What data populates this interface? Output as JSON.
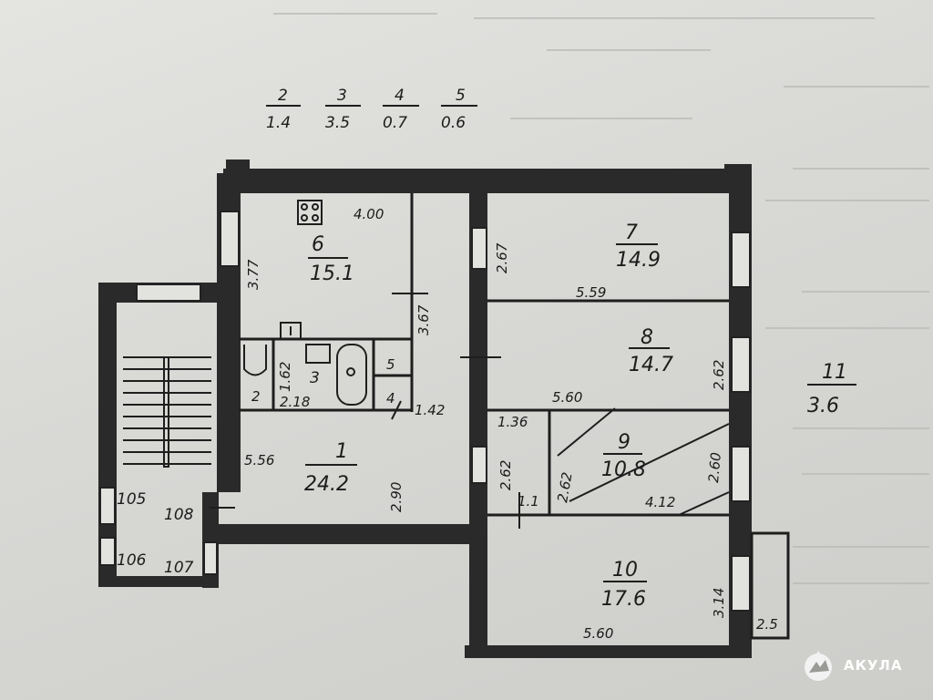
{
  "legend": [
    {
      "room": "2",
      "area": "1.4"
    },
    {
      "room": "3",
      "area": "3.5"
    },
    {
      "room": "4",
      "area": "0.7"
    },
    {
      "room": "5",
      "area": "0.6"
    }
  ],
  "rooms": [
    {
      "room": "6",
      "area": "15.1"
    },
    {
      "room": "7",
      "area": "14.9"
    },
    {
      "room": "8",
      "area": "14.7"
    },
    {
      "room": "9",
      "area": "10.8"
    },
    {
      "room": "10",
      "area": "17.6"
    },
    {
      "room": "1",
      "area": "24.2"
    },
    {
      "room": "11",
      "area": "3.6"
    }
  ],
  "small_rooms": [
    "2",
    "3",
    "4",
    "5"
  ],
  "dimensions": {
    "kitchen_width": "4.00",
    "kitchen_left": "3.77",
    "kitchen_right": "3.67",
    "bath_height": "1.62",
    "bath_width": "2.18",
    "wc_width": "1.42",
    "room7_left": "2.67",
    "room7_width": "5.59",
    "room8_width": "5.60",
    "room8_right": "2.62",
    "closet_width": "1.36",
    "closet_height": "2.62",
    "closet_door": "1.1",
    "room9_left": "2.62",
    "room9_right": "2.60",
    "room9_width": "4.12",
    "hall_width": "5.56",
    "hall_height": "2.90",
    "room10_width": "5.60",
    "room10_right": "3.14",
    "balcony": "2.5"
  },
  "stair_apartments": [
    "105",
    "108",
    "106",
    "107"
  ],
  "logo": {
    "text": "АКУЛА"
  },
  "colors": {
    "ink": "#222222",
    "paper": "#dcdcd9"
  }
}
